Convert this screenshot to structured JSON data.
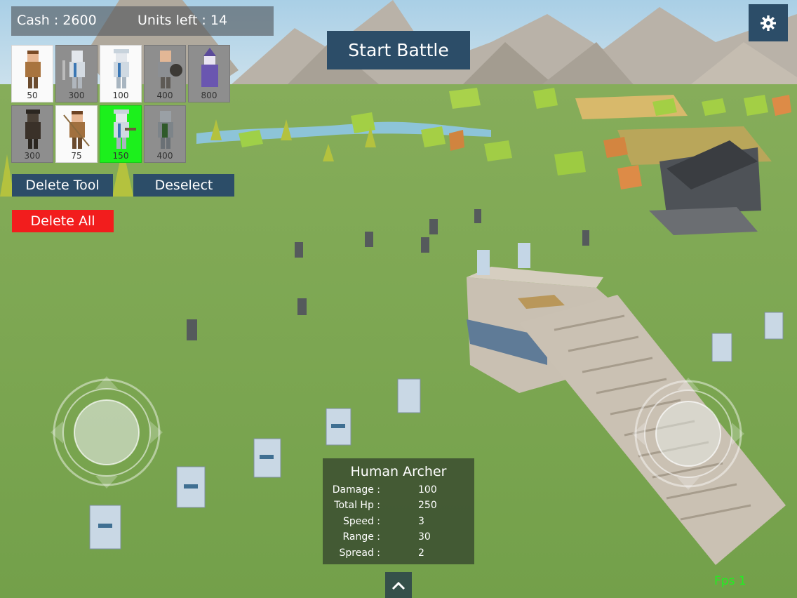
{
  "hud": {
    "cash": "Cash : 2600",
    "units_left": "Units left : 14"
  },
  "buttons": {
    "start_battle": "Start Battle",
    "delete_tool": "Delete Tool",
    "deselect": "Deselect",
    "delete_all": "Delete All"
  },
  "units": [
    {
      "cost": "50",
      "type": "peasant",
      "bg": "white"
    },
    {
      "cost": "300",
      "type": "knight",
      "bg": "gray"
    },
    {
      "cost": "100",
      "type": "archer",
      "bg": "white"
    },
    {
      "cost": "400",
      "type": "shield-warrior",
      "bg": "gray"
    },
    {
      "cost": "800",
      "type": "wizard",
      "bg": "gray"
    },
    {
      "cost": "300",
      "type": "plague-doctor",
      "bg": "gray"
    },
    {
      "cost": "75",
      "type": "spearman",
      "bg": "white"
    },
    {
      "cost": "150",
      "type": "crossbowman",
      "bg": "selected"
    },
    {
      "cost": "400",
      "type": "heavy-knight",
      "bg": "gray"
    }
  ],
  "info": {
    "title": "Human Archer",
    "stats": [
      {
        "label": "Damage :",
        "value": "100"
      },
      {
        "label": "Total Hp :",
        "value": "250"
      },
      {
        "label": "Speed :",
        "value": "3"
      },
      {
        "label": "Range :",
        "value": "30"
      },
      {
        "label": "Spread :",
        "value": "2"
      }
    ]
  },
  "fps": "Fps 1",
  "colors": {
    "panel": "#2c4d68",
    "delete_all": "#f21d1d",
    "selected_slot": "#1cf01c",
    "grass": "#7aa352",
    "sky": "#b5d4e6",
    "fps_text": "#22ee22"
  }
}
